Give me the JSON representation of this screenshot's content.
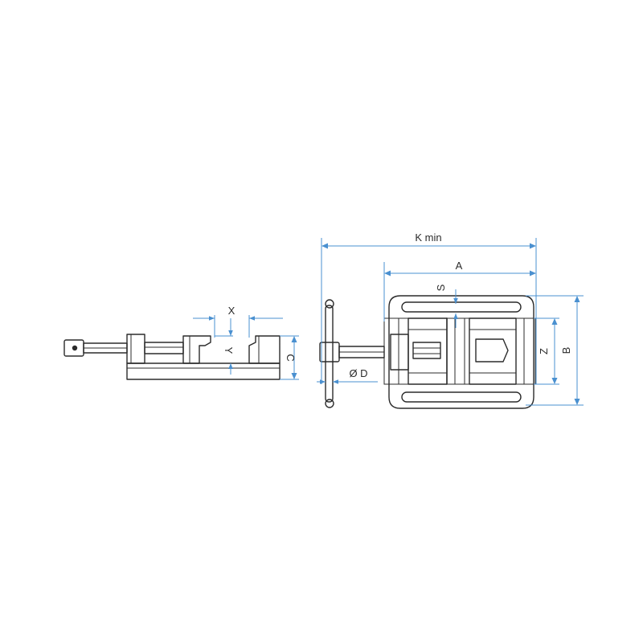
{
  "colors": {
    "outline": "#2b2b2b",
    "dimension": "#4a90d0",
    "background": "#ffffff"
  },
  "side_view": {
    "dimensions": {
      "x": "X",
      "y": "Y",
      "c": "C"
    }
  },
  "top_view": {
    "dimensions": {
      "k_min": "K min",
      "a": "A",
      "s": "S",
      "z": "Z",
      "b": "B",
      "d": "Ø D"
    }
  }
}
